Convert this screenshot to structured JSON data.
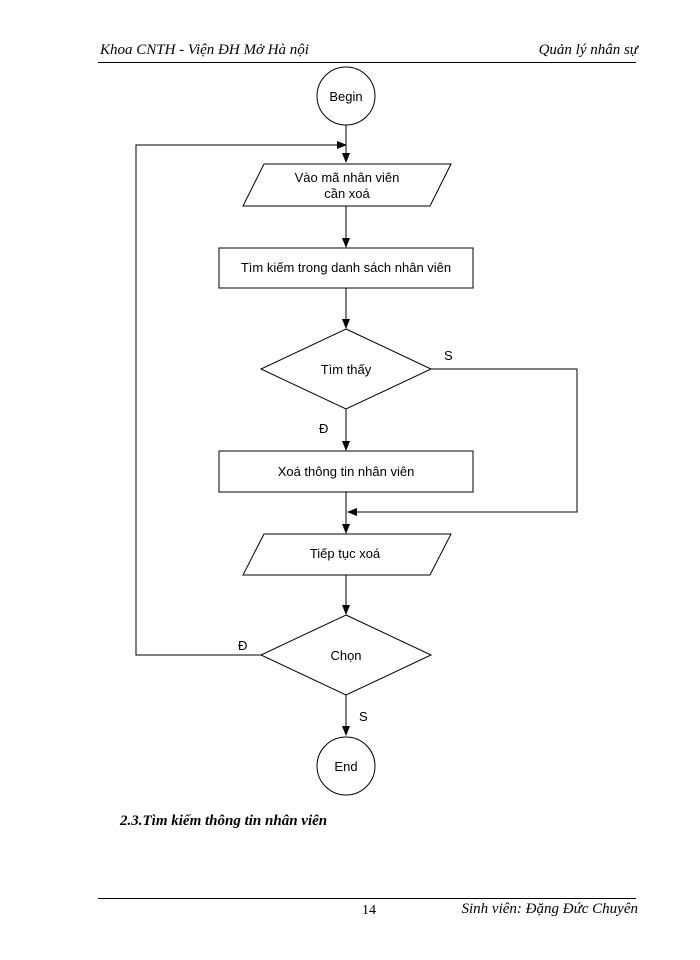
{
  "header": {
    "left": "Khoa CNTH - Viện ĐH Mở Hà nội",
    "right": "Quản lý nhân sự"
  },
  "flowchart": {
    "begin": "Begin",
    "input_line1": "Vào mã nhân viên",
    "input_line2": "cần xoá",
    "search": "Tìm kiếm trong danh sách nhân viên",
    "found_decision": "Tìm thấy",
    "found_no": "S",
    "found_yes": "Đ",
    "delete": "Xoá thông tin nhân viên",
    "continue": "Tiếp tục xoá",
    "choose_decision": "Chọn",
    "choose_yes": "Đ",
    "choose_no": "S",
    "end": "End"
  },
  "section_heading": "2.3.Tìm kiếm thông tin nhân viên",
  "footer": {
    "page_number": "14",
    "author": "Sinh viên: Đặng Đức Chuyên"
  }
}
